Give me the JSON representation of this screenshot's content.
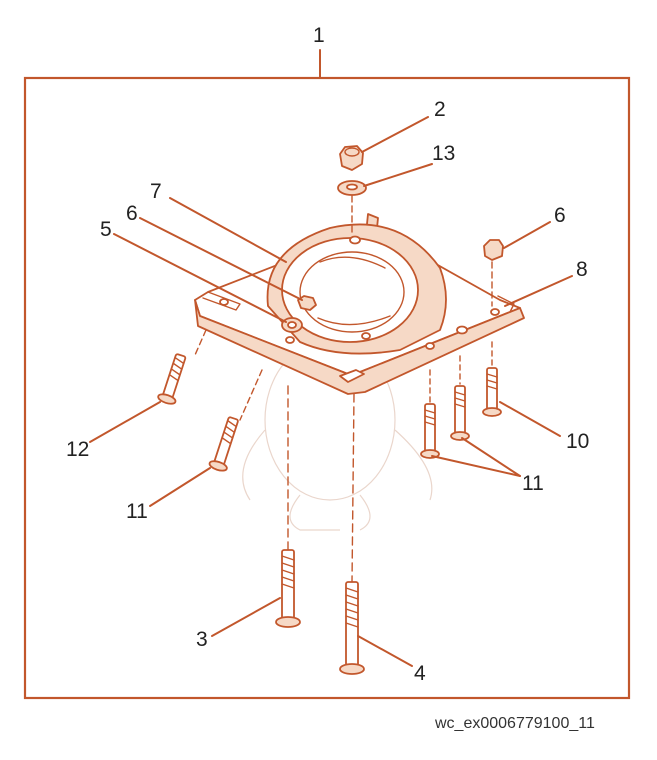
{
  "accent_color": "#c2572c",
  "callouts": {
    "c1": "1",
    "c2": "2",
    "c13": "13",
    "c7": "7",
    "c6a": "6",
    "c6b": "6",
    "c5": "5",
    "c8": "8",
    "c12": "12",
    "c10": "10",
    "c11a": "11",
    "c11b": "11",
    "c3": "3",
    "c4": "4"
  },
  "figure_code": "wc_ex0006779100_11"
}
